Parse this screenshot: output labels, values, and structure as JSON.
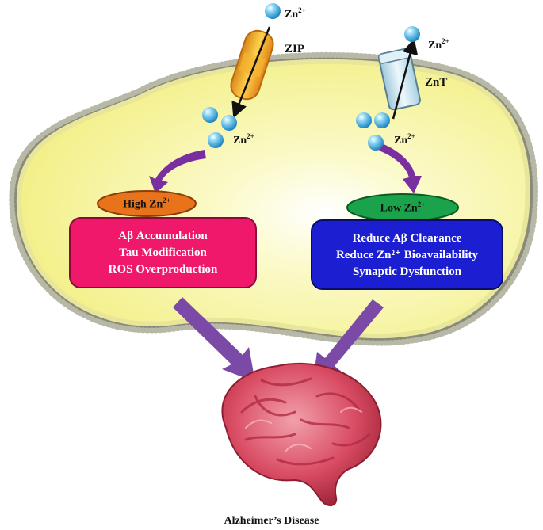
{
  "ion_label": "Zn",
  "ion_charge": "2+",
  "importer": {
    "label": "ZIP"
  },
  "exporter": {
    "label": "ZnT"
  },
  "high": {
    "oval_label": "High Zn",
    "oval_charge": "2+",
    "effects": [
      "Aβ Accumulation",
      "Tau Modification",
      "ROS Overproduction"
    ]
  },
  "low": {
    "oval_label": "Low Zn",
    "oval_charge": "2+",
    "effects": [
      "Reduce Aβ Clearance",
      "Reduce Zn²⁺ Bioavailability",
      "Synaptic Dysfunction"
    ]
  },
  "outcome": "Alzheimer’s Disease",
  "colors": {
    "cell_fill": "#f9f7a6",
    "membrane": "#8a8a7a",
    "ion": "#4fb6e6",
    "zip_transporter": "#f0a020",
    "znt_transporter": "#cfe6f0",
    "arrow_purple": "#7a2fa0",
    "high_oval": "#e8731a",
    "low_oval": "#1aa34a",
    "high_box": "#f0186a",
    "low_box": "#1c1ed2",
    "brain": "#d9536a"
  }
}
